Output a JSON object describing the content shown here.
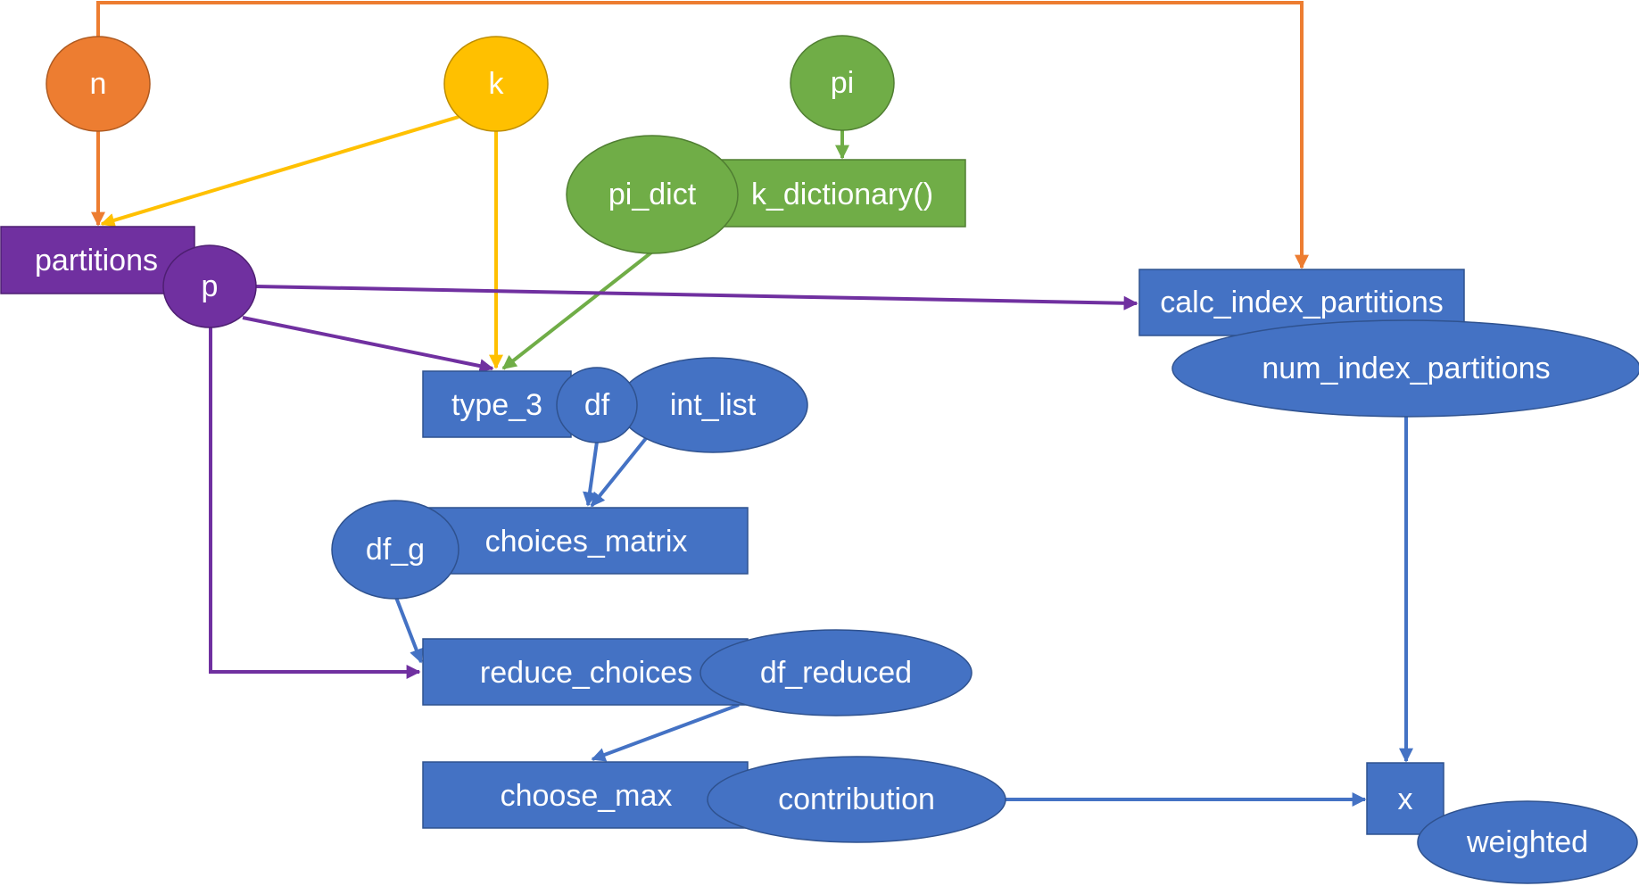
{
  "colors": {
    "orange": "#ED7D31",
    "orange_stroke": "#AE5A21",
    "yellow": "#FFC000",
    "yellow_stroke": "#BC8C00",
    "green": "#70AD47",
    "green_stroke": "#507E32",
    "purple": "#7030A0",
    "purple_stroke": "#4E1F72",
    "blue": "#4472C4",
    "blue_stroke": "#2F528F"
  },
  "inputs": {
    "n": "n",
    "k": "k",
    "pi": "pi"
  },
  "functions": {
    "partitions": "partitions",
    "k_dictionary": "k_dictionary()",
    "calc_index_partitions": "calc_index_partitions",
    "type_3": "type_3",
    "choices_matrix": "choices_matrix",
    "reduce_choices": "reduce_choices",
    "choose_max": "choose_max",
    "x": "x"
  },
  "outputs": {
    "p": "p",
    "pi_dict": "pi_dict",
    "num_index_partitions": "num_index_partitions",
    "df": "df",
    "int_list": "int_list",
    "df_g": "df_g",
    "df_reduced": "df_reduced",
    "contribution": "contribution",
    "weighted": "weighted"
  }
}
